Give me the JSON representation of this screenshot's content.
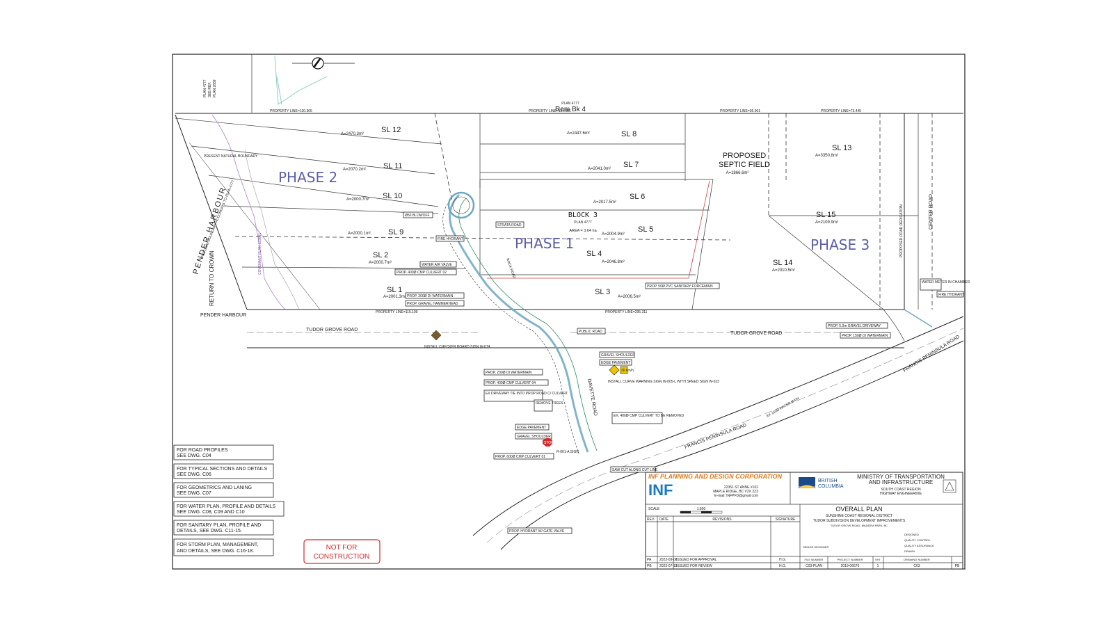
{
  "north_arrow": {
    "icon": "north-arrow-icon"
  },
  "phases": [
    "PHASE 2",
    "PHASE 1",
    "PHASE 3"
  ],
  "block": {
    "name": "BLOCK 3",
    "plan": "PLAN 4777",
    "area": "AREA = 3.64 ha"
  },
  "plan_top": {
    "plan": "PLAN 4777",
    "name": "Rem Bk 4"
  },
  "plan_left": {
    "line1": "PLAN 4777",
    "line2": "SEE REF.",
    "line3": "PLAN 2689"
  },
  "lots": [
    {
      "name": "SL 12",
      "area": "A=2470.3m²"
    },
    {
      "name": "SL 11",
      "area": "A=2070.2m²"
    },
    {
      "name": "SL 10",
      "area": "A=2000.7m²"
    },
    {
      "name": "SL 9",
      "area": "A=2000.1m²"
    },
    {
      "name": "SL 2",
      "area": "A=2000.7m²"
    },
    {
      "name": "SL 1",
      "area": "A=2001.3m²"
    },
    {
      "name": "SL 8",
      "area": "A=2447.6m²"
    },
    {
      "name": "SL 7",
      "area": "A=2041.0m²"
    },
    {
      "name": "SL 6",
      "area": "A=2017.5m²"
    },
    {
      "name": "SL 5",
      "area": "A=2004.9m²"
    },
    {
      "name": "SL 4",
      "area": "A=2046.8m²"
    },
    {
      "name": "SL 3",
      "area": "A=2006.5m²"
    },
    {
      "name": "SL 13",
      "area": "A=3350.8m²"
    },
    {
      "name": "SL 15",
      "area": "A=2109.9m²"
    },
    {
      "name": "SL 14",
      "area": "A=2010.5m²"
    }
  ],
  "proposed_septic": {
    "line1": "PROPOSED",
    "line2": "SEPTIC FIELD",
    "area": "A=1866.6m²"
  },
  "property_lines": [
    "PROPERTY LINE=130.305",
    "PROPERTY LINE=134.981",
    "PROPERTY LINE=36.901",
    "PROPERTY LINE=73.445",
    "PROPERTY LINE=115.109",
    "PROPERTY LINE=295.311"
  ],
  "place_labels": {
    "pender_harbour": "PENDER HARBOUR",
    "return_to_crown": "RETURN TO CROWN",
    "pender_harbour_small": "PENDER HARBOUR",
    "tudor_grove_left": "TUDOR GROVE ROAD",
    "tudor_grove_right": "TUDOR GROVE ROAD",
    "francis_peninsula_1": "FRANCIS PENINSULA ROAD",
    "francis_peninsula_2": "FRANCIS PENINSULA ROAD",
    "center_road": "CENTER ROAD",
    "davette_road": "DAVETTE ROAD",
    "rock_road": "ROCK ROAD",
    "covenant_plan": "COVENANT PLAN 123691",
    "present_boundary": "PRESENT NATURAL BOUNDARY",
    "natural_boundary_note": "NATURAL BOUNDARY ACCORDING TO PLAN 4777",
    "proposed_road_dedication": "PROPOSED ROAD DEDICATION",
    "water_main": "EX 150Ø WATER MAIN"
  },
  "callouts": [
    "Ø50 BLOWOFF",
    "STRATA ROAD",
    "FIRE HYDRANT",
    "WATER AIR VALVE",
    "PROP. 400Ø CMP CULVERT 02",
    "PROP. 200Ø DI WATERMAIN",
    "PROP. GRAVEL HAMMERHEAD",
    "PROP. 50Ø PVC SANITARY FORCEMAIN",
    "PUBLIC ROAD",
    "GRAVEL SHOULDER",
    "EDGE PAVEMENT",
    "PROP. 200Ø DI WATERMAIN",
    "PROP. 400Ø CMP CULVERT 04",
    "EX DRIVEWAY TIE INTO PROP ROAD C/ CULVERT",
    "REMOVE TREES",
    "EX. 400Ø CMP CULVERT TO BE REMOVED",
    "EDGE PAVEMENT",
    "GRAVEL SHOULDER",
    "PROP. 600Ø CMP CULVERT 01",
    "SAW CUT ALONG CUT LINE",
    "PROP. HYDRANT W/ GATE VALVE",
    "PROP. 5.0m GRAVEL DRIVEWAY",
    "PROP. 150Ø DI WATERMAIN",
    "WATER METER IN CHAMBER",
    "FIRE HYDRANT"
  ],
  "sign_notes": {
    "checker": "INSTALL CHECKER BOARD SIGN W-074",
    "curve": "INSTALL CURVE WARNING SIGN W-005-L WITH SPEED SIGN W-023",
    "stop": "STOP",
    "stop_note": "R-001-A SIGN",
    "speed": "30 km/h"
  },
  "reference_notes": [
    [
      "FOR ROAD PROFILES",
      "SEE DWG. C04"
    ],
    [
      "FOR TYPICAL SECTIONS AND DETAILS",
      "SEE DWG. C06"
    ],
    [
      "FOR GEOMETRICS AND LANING",
      "SEE DWG. C07"
    ],
    [
      "FOR WATER PLAN, PROFILE AND DETAILS",
      "SEE DWG. C08, C09 AND C10"
    ],
    [
      "FOR SANITARY PLAN, PROFILE AND",
      "DETAILS, SEE DWG. C11-15."
    ],
    [
      "FOR STORM PLAN, MANAGEMENT,",
      "AND DETAILS, SEE DWG. C16-18."
    ]
  ],
  "stamp": {
    "line1": "NOT FOR",
    "line2": "CONSTRUCTION",
    "color": "#d22b2b"
  },
  "title_block": {
    "company": "INF PLANNING AND DESIGN CORPORATION",
    "logo": "INF",
    "address1": "22351 ST ANNE #102",
    "address2": "MAPLE RIDGE, BC V2X 2Z3",
    "email": "E-mail: INFPFD@gmail.com",
    "bc1": "BRITISH",
    "bc2": "COLUMBIA",
    "ministry1": "MINISTRY OF TRANSPORTATION",
    "ministry2": "AND INFRASTRUCTURE",
    "region1": "SOUTH COAST REGION",
    "region2": "HIGHWAY ENGINEERING",
    "scale_label": "SCALE",
    "scale_value": "1:500",
    "rev_label": "REV.",
    "date_label": "DATE",
    "revisions_label": "REVISIONS",
    "signature_label": "SIGNATURE",
    "title": "OVERALL PLAN",
    "sub1": "SUNSHINE COAST REGIONAL DISTRICT",
    "sub2": "TUDOR SUBDIVISION DEVELOPMENT IMPROVEMENTS",
    "sub3": "TUDOR GROVE ROAD, MADEIRA PARK, BC",
    "designed": "DESIGNED",
    "quality_control": "QUALITY CONTROL",
    "quality_assurance": "QUALITY ASSURANCE",
    "drawn": "DRAWN",
    "senior_designer": "SENIOR DESIGNER",
    "rev_rows": [
      {
        "rev": "PA",
        "date": "2023-09-06",
        "desc": "ISSUED FOR APPROVAL",
        "sig": "H.G."
      },
      {
        "rev": "PB",
        "date": "2023-07-15",
        "desc": "ISSUED FOR REVIEW",
        "sig": "H.G."
      }
    ],
    "file_number_label": "FILE NUMBER",
    "file_number": "C03-PLAN",
    "project_number_label": "PROJECT NUMBER",
    "project_number": "2019-06676",
    "sheet_label": "SHT",
    "sheet": "1",
    "drawing_number_label": "DRAWING NUMBER",
    "drawing_number": "C03",
    "rev_current": "PB"
  }
}
